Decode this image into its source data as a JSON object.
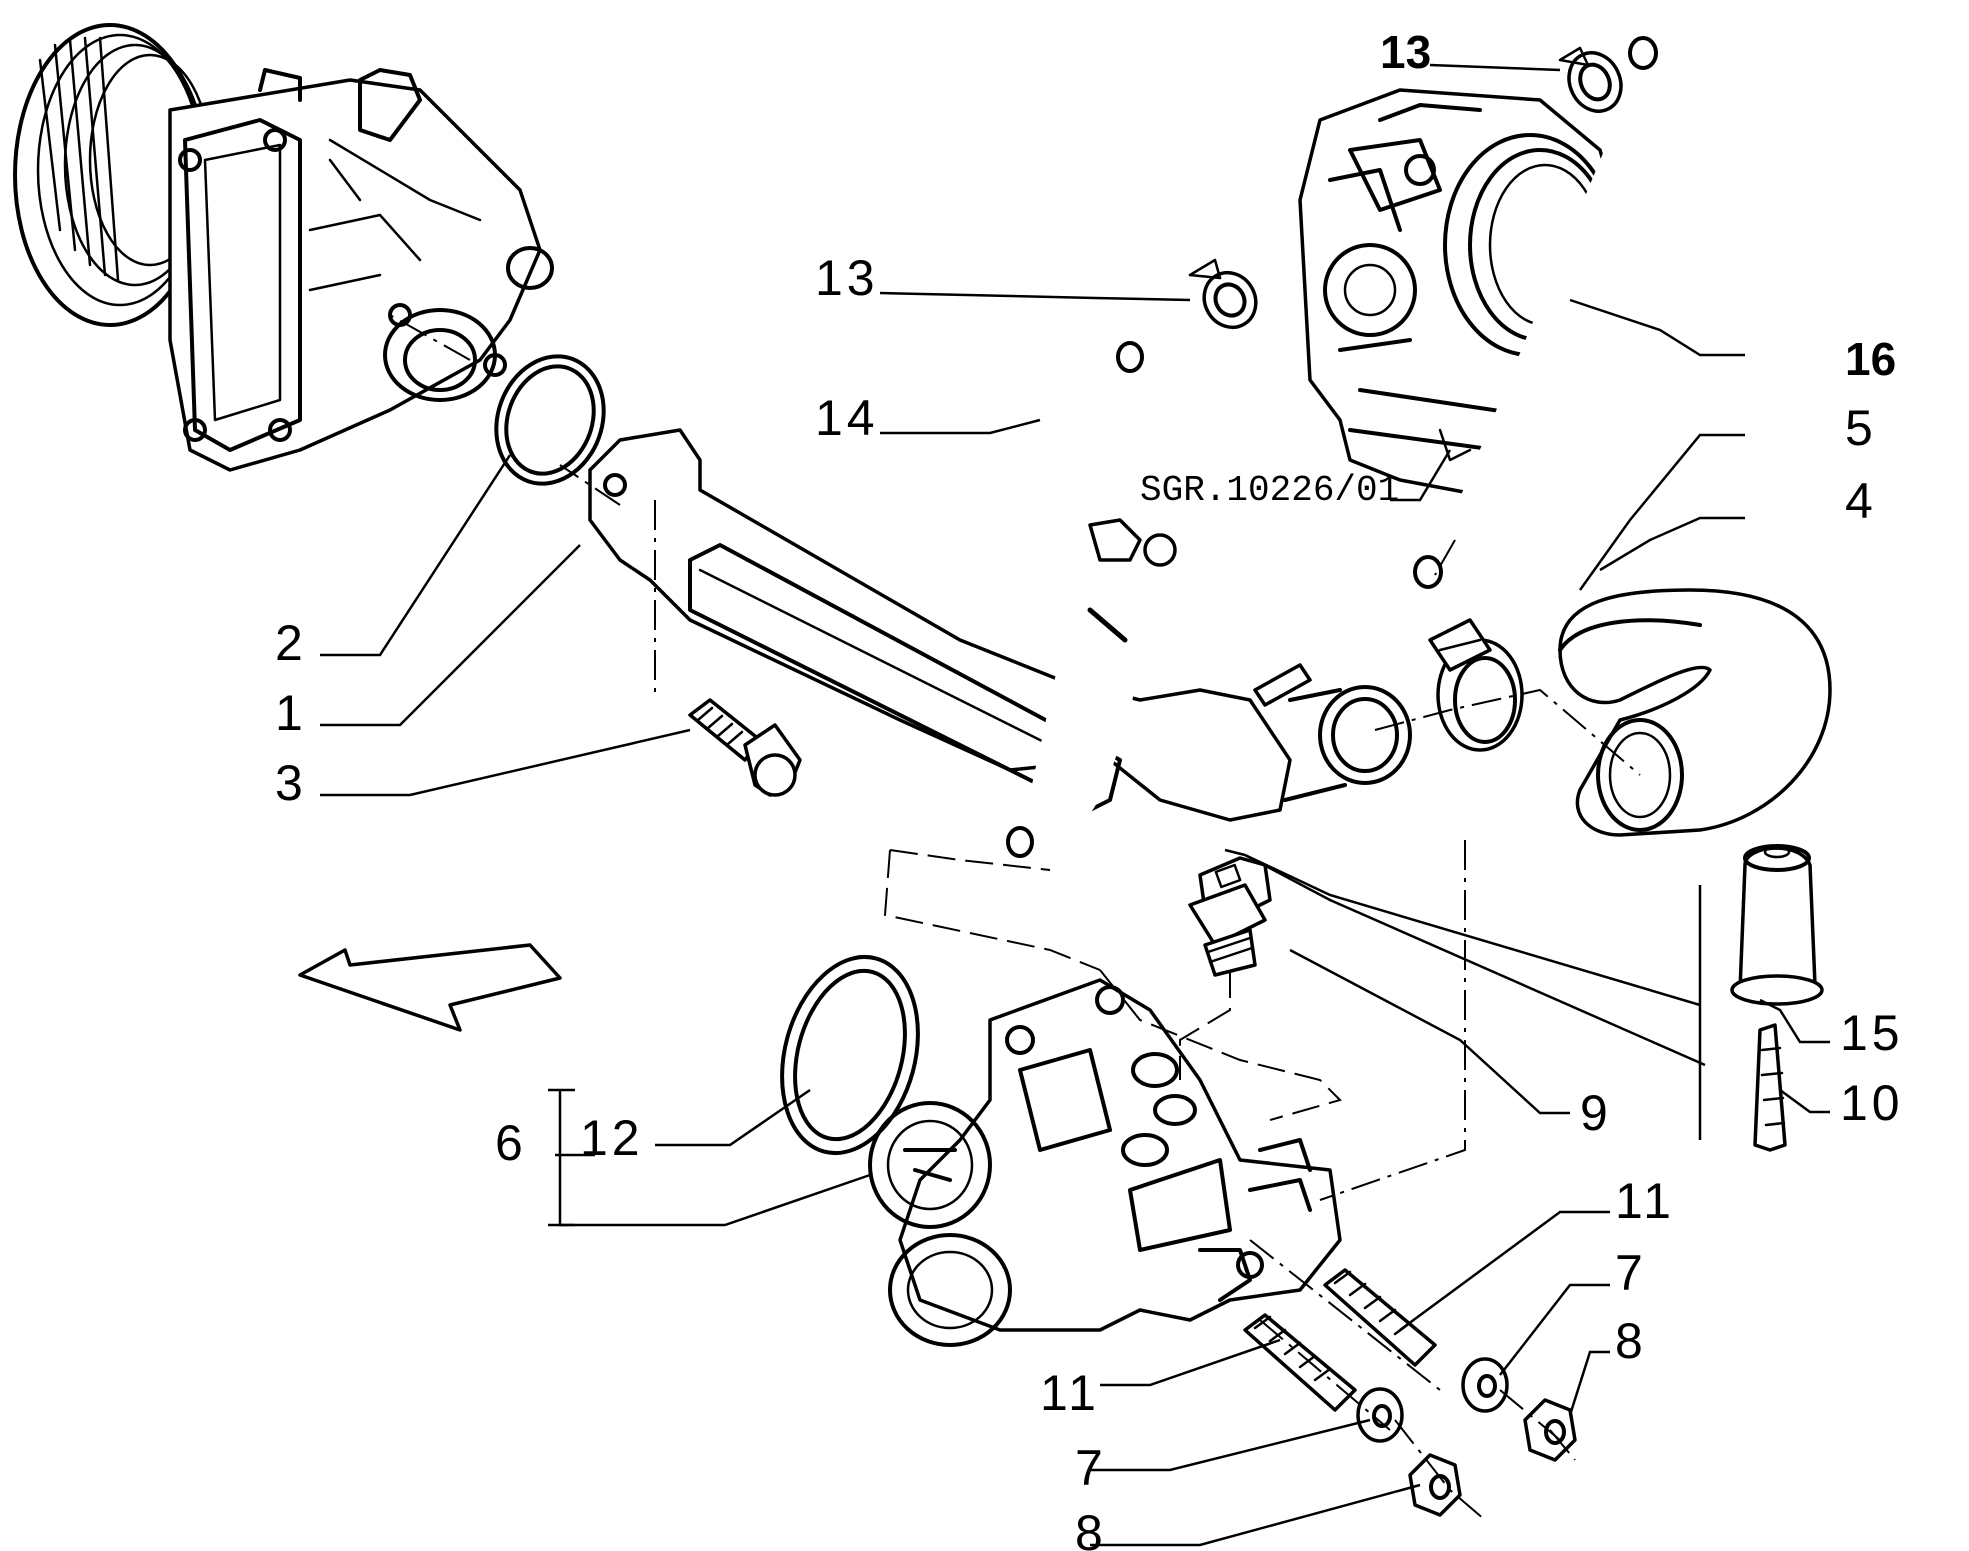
{
  "drawing_code": "SGR.10226/01",
  "labels": {
    "l1": "1",
    "l2": "2",
    "l3": "3",
    "l4": "4",
    "l5": "5",
    "l6": "6",
    "l7a": "7",
    "l7b": "7",
    "l8a": "8",
    "l8b": "8",
    "l9": "9",
    "l10": "10",
    "l11a": "11",
    "l11b": "11",
    "l12": "12",
    "l13a": "13",
    "l13b": "13",
    "l14": "14",
    "l15": "15",
    "l16": "16"
  }
}
